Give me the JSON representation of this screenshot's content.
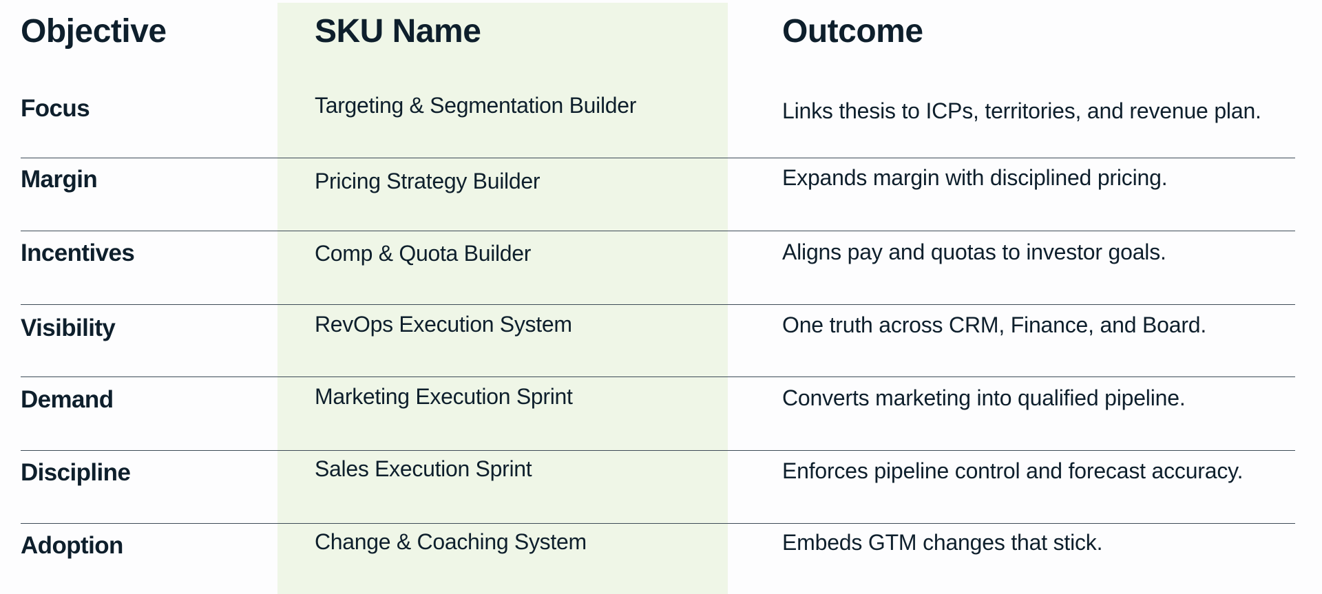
{
  "headers": {
    "objective": "Objective",
    "sku_name": "SKU Name",
    "outcome": "Outcome"
  },
  "rows": [
    {
      "objective": "Focus",
      "sku": "Targeting & Segmentation Builder",
      "outcome": "Links thesis to ICPs, territories, and revenue plan."
    },
    {
      "objective": "Margin",
      "sku": "Pricing Strategy Builder",
      "outcome": "Expands margin with disciplined pricing."
    },
    {
      "objective": "Incentives",
      "sku": "Comp & Quota Builder",
      "outcome": "Aligns pay and quotas to investor goals."
    },
    {
      "objective": "Visibility",
      "sku": "RevOps Execution System",
      "outcome": "One truth across CRM, Finance, and Board."
    },
    {
      "objective": "Demand",
      "sku": "Marketing Execution Sprint",
      "outcome": "Converts marketing into qualified pipeline."
    },
    {
      "objective": "Discipline",
      "sku": "Sales Execution Sprint",
      "outcome": "Enforces pipeline control and forecast accuracy."
    },
    {
      "objective": "Adoption",
      "sku": "Change & Coaching System",
      "outcome": "Embeds GTM changes that stick."
    }
  ],
  "colors": {
    "text": "#0e1f2c",
    "sku_column_background": "#eff6e7",
    "divider": "#3c4a56"
  }
}
